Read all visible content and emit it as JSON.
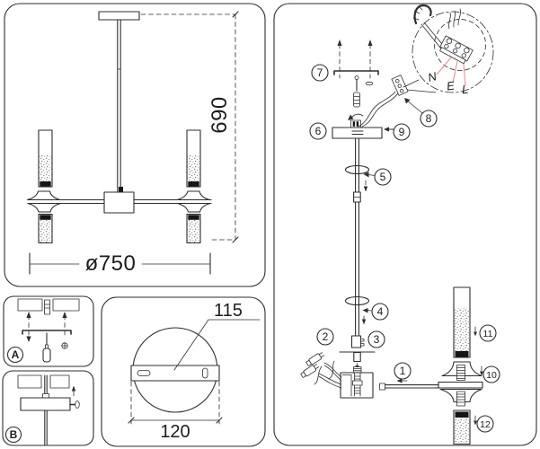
{
  "page": {
    "background": "#ffffff",
    "line_color": "#2e2e2e",
    "wire_label_color": "#e8928c"
  },
  "overview": {
    "height_mm": "690",
    "diameter_mm": "ø750"
  },
  "canopy_detail": {
    "screw_spacing_mm": "115",
    "canopy_width_mm": "120"
  },
  "steps": {
    "a": "A",
    "b": "B"
  },
  "assembly": {
    "callouts": {
      "c1": "1",
      "c2": "2",
      "c3": "3",
      "c4": "4",
      "c5": "5",
      "c6": "6",
      "c7": "7",
      "c8": "8",
      "c9": "9",
      "c10": "10",
      "c11": "11",
      "c12": "12"
    },
    "terminals": {
      "n": "N",
      "e": "E",
      "l": "L"
    }
  }
}
